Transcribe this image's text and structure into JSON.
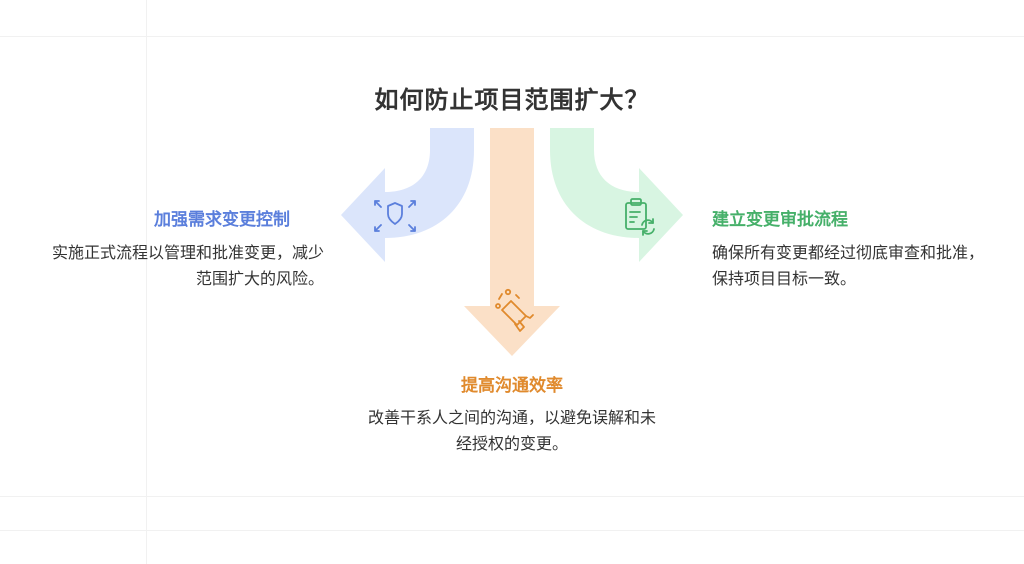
{
  "title": "如何防止项目范围扩大？",
  "branches": [
    {
      "title": "加强需求变更控制",
      "description": "实施正式流程以管理和批准变更，减少范围扩大的风险。",
      "icon": "shield-arrows-icon",
      "color": "#5b7fdc"
    },
    {
      "title": "建立变更审批流程",
      "description": "确保所有变更都经过彻底审查和批准，保持项目目标一致。",
      "icon": "clipboard-refresh-icon",
      "color": "#46b06a"
    },
    {
      "title": "提高沟通效率",
      "description": "改善干系人之间的沟通，以避免误解和未经授权的变更。",
      "icon": "megaphone-icon",
      "color": "#e08a2d"
    }
  ],
  "colors": {
    "blue_fill": "#dbe5fb",
    "green_fill": "#d8f5e2",
    "orange_fill": "#fbe0c7"
  }
}
